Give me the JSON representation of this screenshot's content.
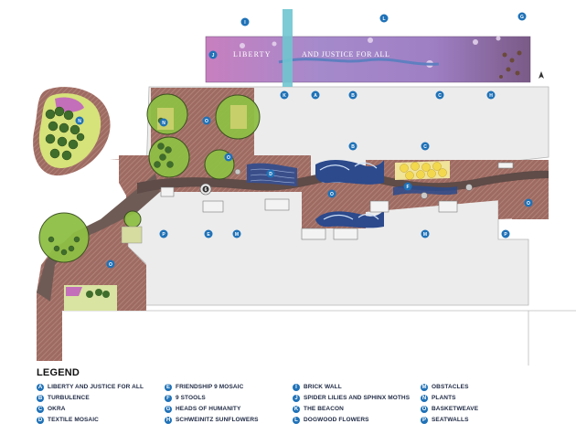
{
  "mural": {
    "text_left": "LIBERTY",
    "text_right": "AND JUSTICE FOR ALL"
  },
  "markers": [
    {
      "letter": "I"
    },
    {
      "letter": "L"
    },
    {
      "letter": "G"
    },
    {
      "letter": "J"
    },
    {
      "letter": "K"
    },
    {
      "letter": "A"
    },
    {
      "letter": "B"
    },
    {
      "letter": "C"
    },
    {
      "letter": "H"
    },
    {
      "letter": "N"
    },
    {
      "letter": "O"
    },
    {
      "letter": "N"
    },
    {
      "letter": "O"
    },
    {
      "letter": "B"
    },
    {
      "letter": "C"
    },
    {
      "letter": "D"
    },
    {
      "letter": "F"
    },
    {
      "letter": "O"
    },
    {
      "letter": "E"
    },
    {
      "letter": "M"
    },
    {
      "letter": "M"
    },
    {
      "letter": "P"
    },
    {
      "letter": "O"
    },
    {
      "letter": "P"
    },
    {
      "letter": "O"
    },
    {
      "letter": "6"
    }
  ],
  "legend": {
    "title": "LEGEND",
    "columns": [
      [
        {
          "letter": "A",
          "label": "LIBERTY AND JUSTICE FOR ALL"
        },
        {
          "letter": "B",
          "label": "TURBULENCE"
        },
        {
          "letter": "C",
          "label": "OKRA"
        },
        {
          "letter": "D",
          "label": "TEXTILE MOSAIC"
        }
      ],
      [
        {
          "letter": "E",
          "label": "FRIENDSHIP 9 MOSAIC"
        },
        {
          "letter": "F",
          "label": "9 STOOLS"
        },
        {
          "letter": "G",
          "label": "HEADS OF HUMANITY"
        },
        {
          "letter": "H",
          "label": "SCHWEINITZ SUNFLOWERS"
        }
      ],
      [
        {
          "letter": "I",
          "label": "BRICK WALL"
        },
        {
          "letter": "J",
          "label": "SPIDER LILIES AND SPHINX MOTHS"
        },
        {
          "letter": "K",
          "label": "THE BEACON"
        },
        {
          "letter": "L",
          "label": "DOGWOOD FLOWERS"
        }
      ],
      [
        {
          "letter": "M",
          "label": "OBSTACLES"
        },
        {
          "letter": "N",
          "label": "PLANTS"
        },
        {
          "letter": "O",
          "label": "BASKETWEAVE"
        },
        {
          "letter": "P",
          "label": "SEATWALLS"
        }
      ]
    ]
  }
}
